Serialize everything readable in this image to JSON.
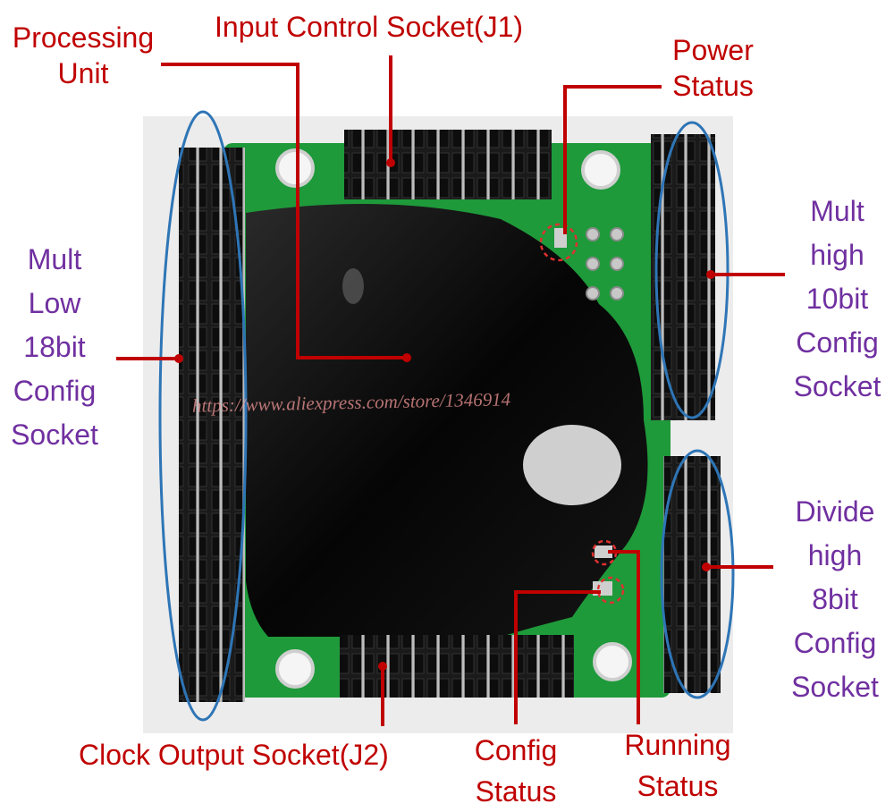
{
  "labels": {
    "processing_unit": [
      "Processing",
      "Unit"
    ],
    "input_socket": "Input Control Socket(J1)",
    "power_status": [
      "Power",
      "Status"
    ],
    "mult_low": [
      "Mult",
      "Low",
      "18bit",
      "Config",
      "Socket"
    ],
    "mult_high": [
      "Mult",
      "high",
      "10bit",
      "Config",
      "Socket"
    ],
    "divide_high": [
      "Divide",
      "high",
      "8bit",
      "Config",
      "Socket"
    ],
    "clock_output": "Clock Output Socket(J2)",
    "config_status": [
      "Config",
      "Status"
    ],
    "running_status": [
      "Running",
      "Status"
    ]
  },
  "watermark": "https://www.aliexpress.com/store/1346914",
  "colors": {
    "annotation_red": "#c00000",
    "label_purple": "#7030a0",
    "ellipse_blue": "#2e75b6",
    "pcb_green": "#1e9a3a",
    "epoxy": "#0a0a0a"
  }
}
